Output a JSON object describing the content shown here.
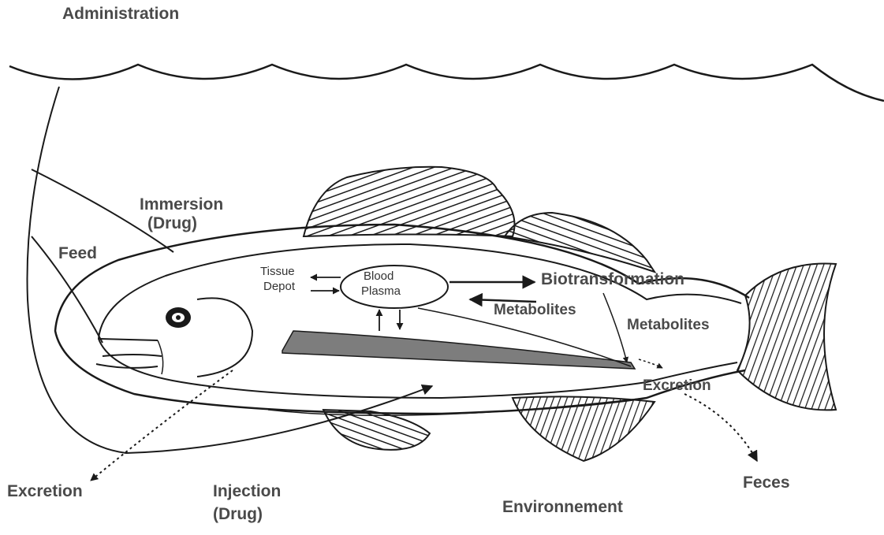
{
  "labels": {
    "administration": "Administration",
    "immersion_line1": "Immersion",
    "immersion_line2": "(Drug)",
    "feed": "Feed",
    "tissue": "Tissue",
    "depot": "Depot",
    "blood": "Blood",
    "plasma": "Plasma",
    "biotransformation": "Biotransformation",
    "metabolites_inner": "Metabolites",
    "metabolites_outer": "Metabolites",
    "excretion_right": "Excretion",
    "excretion_left": "Excretion",
    "injection_line1": "Injection",
    "injection_line2": "(Drug)",
    "environnement": "Environnement",
    "feces": "Feces"
  },
  "colors": {
    "line": "#1a1a1a",
    "text": "#4a4a4a",
    "gut_fill": "#7d7d7d",
    "background": "#ffffff"
  }
}
